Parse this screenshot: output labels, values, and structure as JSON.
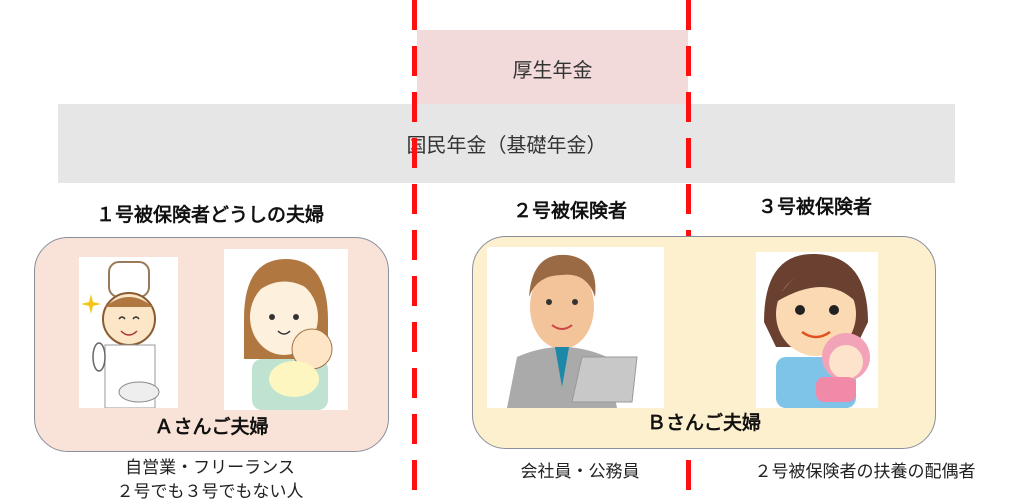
{
  "bands": {
    "kosei_nenkin": "厚生年金",
    "kokumin_nenkin": "国民年金（基礎年金）"
  },
  "categories": {
    "first": "１号被保険者どうしの夫婦",
    "second": "２号被保険者",
    "third": "３号被保険者"
  },
  "couples": {
    "a": "Ａさんご夫婦",
    "b": "Ｂさんご夫婦"
  },
  "notes": {
    "first_line1": "自営業・フリーランス",
    "first_line2": "２号でも３号でもない人",
    "second": "会社員・公務員",
    "third": "２号被保険者の扶養の配偶者"
  },
  "colors": {
    "divider": "#ff1010",
    "kosei": "#f2d9da",
    "kokumin": "#e6e6e6",
    "box_a": "#f9e3d9",
    "box_b": "#fdf0cf"
  }
}
